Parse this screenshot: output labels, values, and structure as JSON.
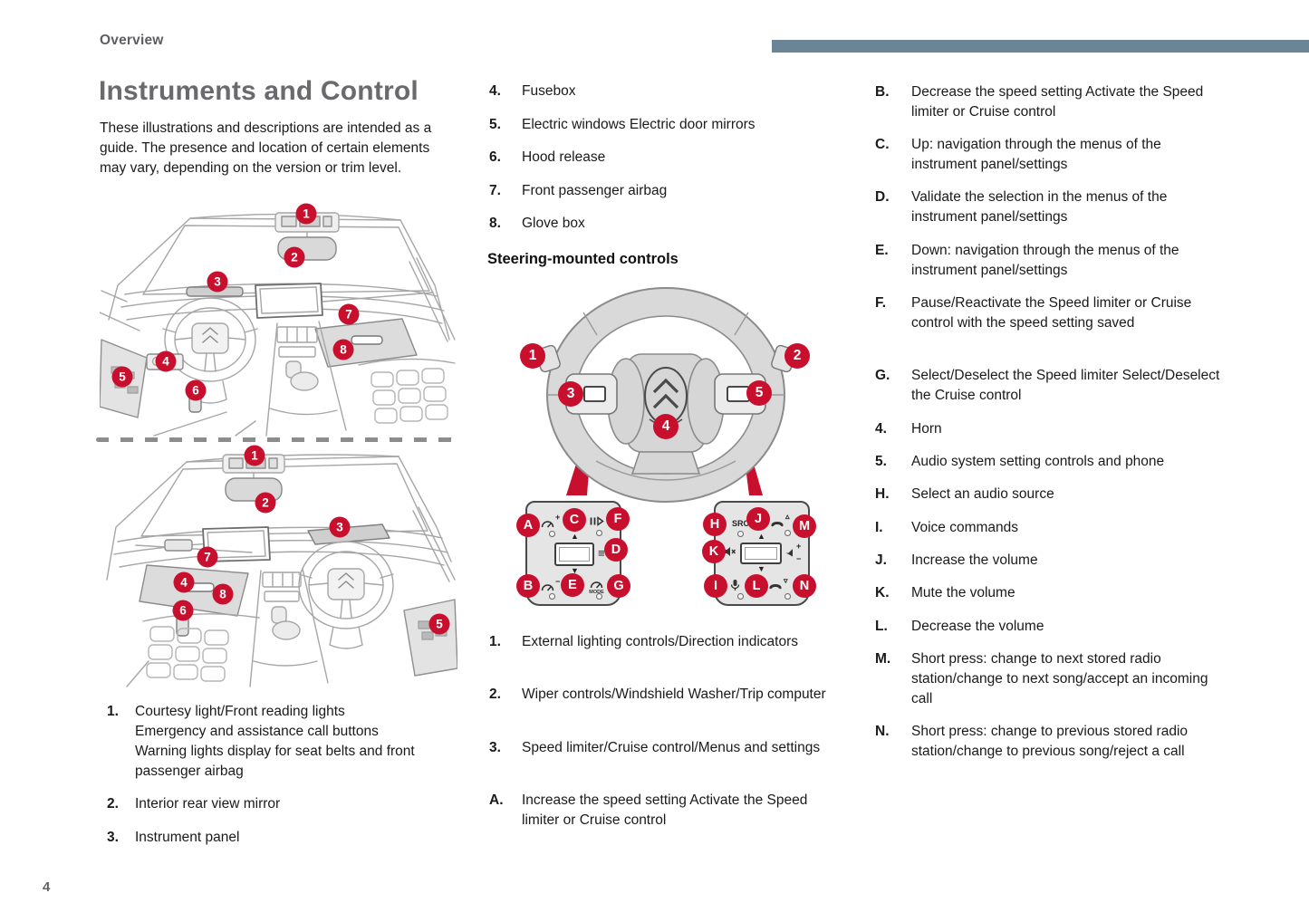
{
  "page": {
    "header": "Overview",
    "title": "Instruments and Control",
    "intro": "These illustrations and descriptions are intended as a guide. The presence and location of certain elements may vary, depending on the version or trim level.",
    "page_number": "4"
  },
  "colors": {
    "badge_red": "#c8102e",
    "accent_bar": "#6b8496",
    "sketch_gray": "#a6a6a6"
  },
  "diagram1": {
    "name": "Dashboard overview (left-hand drive)",
    "badges": [
      "1",
      "2",
      "3",
      "7",
      "8",
      "4",
      "5",
      "6"
    ]
  },
  "diagram2": {
    "name": "Dashboard overview (right-hand drive)",
    "badges": [
      "1",
      "2",
      "3",
      "7",
      "4",
      "8",
      "6",
      "5"
    ]
  },
  "left_list": [
    {
      "num": "1.",
      "lines": [
        "Courtesy light/Front reading lights",
        "Emergency and assistance call buttons",
        "Warning lights display for seat belts and front passenger airbag"
      ]
    },
    {
      "num": "2.",
      "text": "Interior rear view mirror"
    },
    {
      "num": "3.",
      "text": "Instrument panel"
    }
  ],
  "middle_top": [
    {
      "num": "4.",
      "text": "Fusebox"
    },
    {
      "num": "5.",
      "text": "Electric windows Electric door mirrors"
    },
    {
      "num": "6.",
      "text": "Hood release"
    },
    {
      "num": "7.",
      "text": "Front passenger airbag"
    },
    {
      "num": "8.",
      "text": "Glove box"
    }
  ],
  "steering": {
    "heading": "Steering-mounted controls",
    "wheel_badges": [
      "1",
      "2",
      "3",
      "5",
      "4"
    ],
    "left_panel": {
      "badges": [
        "A",
        "C",
        "F",
        "D",
        "B",
        "E",
        "G"
      ],
      "mode_label": "MODE",
      "glyphs": {
        "up": "▲",
        "down": "▼",
        "menu": "≡",
        "plus": "+",
        "minus": "−"
      },
      "icons": [
        "speed-increase-gauge-icon",
        "menu-up-icon",
        "pause-resume-icon",
        "menu-list-icon",
        "speed-decrease-gauge-icon",
        "menu-down-icon",
        "mode-gauge-icon"
      ]
    },
    "right_panel": {
      "badges": [
        "H",
        "J",
        "M",
        "K",
        "I",
        "L",
        "N"
      ],
      "src_label": "SRC",
      "glyphs": {
        "up": "▲",
        "down": "▼",
        "plus": "+",
        "minus": "−",
        "accept": "▵",
        "reject": "▿"
      },
      "icons": [
        "source-icon",
        "phone-accept-icon",
        "mute-icon",
        "volume-icon",
        "microphone-icon",
        "phone-reject-icon"
      ]
    }
  },
  "middle_bottom": [
    {
      "num": "1.",
      "text": "External lighting controls/Direction indicators"
    },
    {
      "num": "2.",
      "text": "Wiper controls/Windshield Washer/Trip computer"
    },
    {
      "num": "3.",
      "text": "Speed limiter/Cruise control/Menus and settings"
    },
    {
      "num": "A.",
      "text": "Increase the speed setting Activate the Speed limiter or Cruise control"
    }
  ],
  "right_list": [
    {
      "num": "B.",
      "text": "Decrease the speed setting Activate the Speed limiter or Cruise control"
    },
    {
      "num": "C.",
      "text": "Up: navigation through the menus of the instrument panel/settings"
    },
    {
      "num": "D.",
      "text": "Validate the selection in the menus of the instrument panel/settings"
    },
    {
      "num": "E.",
      "text": "Down: navigation through the menus of the instrument panel/settings"
    },
    {
      "num": "F.",
      "text": "Pause/Reactivate the Speed limiter or Cruise control with the speed setting saved"
    },
    {
      "num": "G.",
      "text": "Select/Deselect the Speed limiter Select/Deselect the Cruise control"
    },
    {
      "num": "4.",
      "text": "Horn"
    },
    {
      "num": "5.",
      "text": "Audio system setting controls and phone"
    },
    {
      "num": "H.",
      "text": "Select an audio source"
    },
    {
      "num": "I.",
      "text": "Voice commands"
    },
    {
      "num": "J.",
      "text": "Increase the volume"
    },
    {
      "num": "K.",
      "text": "Mute the volume"
    },
    {
      "num": "L.",
      "text": "Decrease the volume"
    },
    {
      "num": "M.",
      "text": "Short press: change to next stored radio station/change to next song/accept an incoming call"
    },
    {
      "num": "N.",
      "text": "Short press: change to previous stored radio station/change to previous song/reject a call"
    }
  ]
}
